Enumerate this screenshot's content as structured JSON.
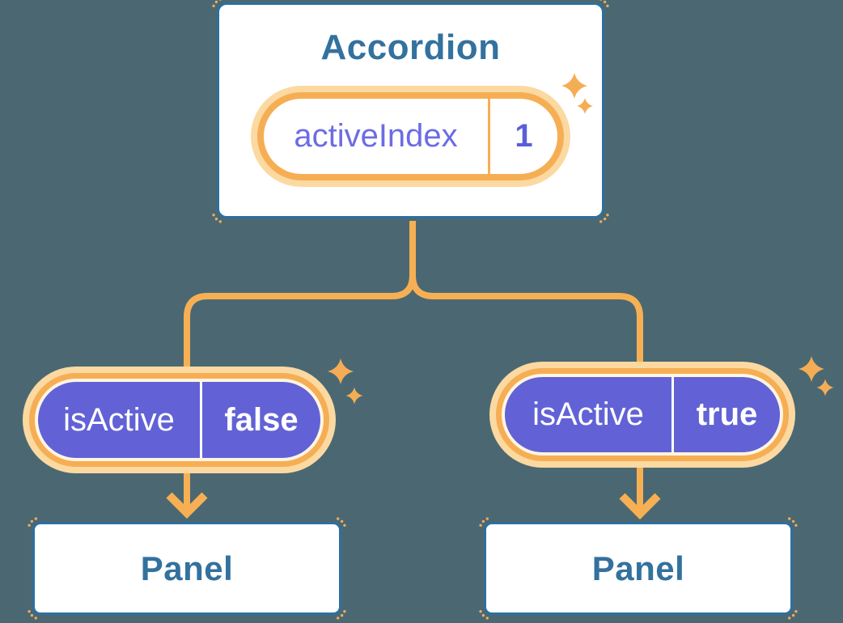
{
  "diagram": {
    "root_card": {
      "title": "Accordion",
      "state_pill": {
        "label": "activeIndex",
        "value": "1"
      }
    },
    "branches": [
      {
        "prop_pill": {
          "label": "isActive",
          "value": "false"
        },
        "child_card": {
          "title": "Panel"
        }
      },
      {
        "prop_pill": {
          "label": "isActive",
          "value": "true"
        },
        "child_card": {
          "title": "Panel"
        }
      }
    ],
    "colors": {
      "background": "#4B6872",
      "card_fill": "#FFFFFF",
      "card_border": "#2E6F9E",
      "heading_text": "#33719E",
      "connector": "#F6B053",
      "pill_glow": "#FBD9A1",
      "pill_ring": "#F6AE54",
      "pill_purple": "#6262D6",
      "state_label_text": "#6C6CE5",
      "state_value_text": "#5A5ED9",
      "prop_text": "#FFFFFF",
      "sparkle": "#F5AD55",
      "corner_dots": "#ECAB61"
    }
  }
}
